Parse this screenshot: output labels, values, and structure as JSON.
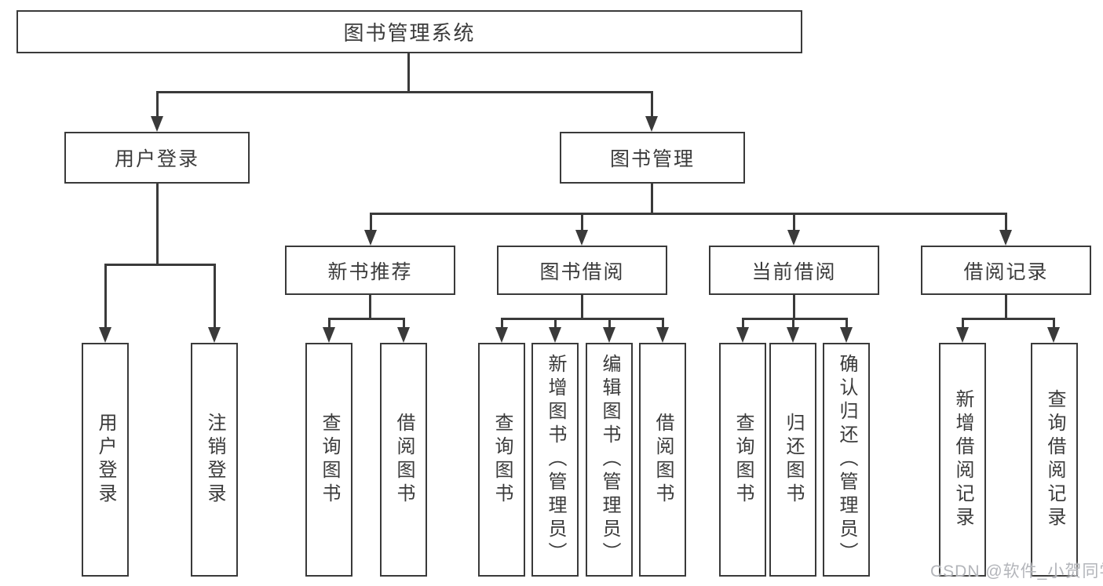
{
  "diagram": {
    "title": "图书管理系统",
    "root": {
      "label": "图书管理系统"
    },
    "level2": [
      {
        "label": "用户登录"
      },
      {
        "label": "图书管理"
      }
    ],
    "level3": [
      {
        "label": "新书推荐"
      },
      {
        "label": "图书借阅"
      },
      {
        "label": "当前借阅"
      },
      {
        "label": "借阅记录"
      }
    ],
    "leaves": [
      {
        "label": "用户登录"
      },
      {
        "label": "注销登录"
      },
      {
        "label": "查询图书"
      },
      {
        "label": "借阅图书"
      },
      {
        "label": "查询图书"
      },
      {
        "label": "新增图书（管理员）"
      },
      {
        "label": "编辑图书（管理员）"
      },
      {
        "label": "借阅图书"
      },
      {
        "label": "查询图书"
      },
      {
        "label": "归还图书"
      },
      {
        "label": "确认归还（管理员）"
      },
      {
        "label": "新增借阅记录"
      },
      {
        "label": "查询借阅记录"
      }
    ],
    "watermark": "CSDN @软件_小贺同学",
    "colors": {
      "line": "#3a3a3a",
      "text": "#3b3b3b",
      "watermark": "#b3b5ba",
      "bg": "#ffffff"
    }
  }
}
